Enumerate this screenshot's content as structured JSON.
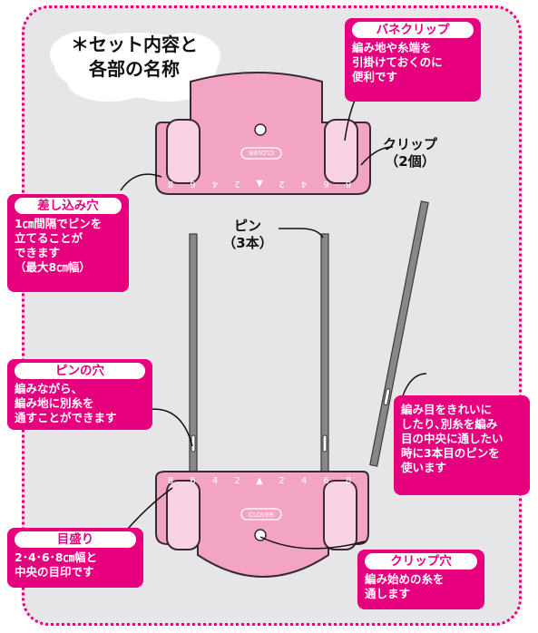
{
  "title": "＊セット内容と\n各部の名称",
  "brand": "CLOVER",
  "scale_top": [
    "8",
    "6",
    "4",
    "2",
    "▲",
    "2",
    "4",
    "6",
    "8"
  ],
  "scale_bottom": [
    "8",
    "6",
    "4",
    "2",
    "▲",
    "2",
    "4",
    "6",
    "8"
  ],
  "labels": {
    "clip": "クリップ\n（2個）",
    "pin": "ピン\n（3本）"
  },
  "callouts": {
    "spring_clip": {
      "title": "バネクリップ",
      "desc": "編み地や糸端を\n引掛けておくのに\n便利です"
    },
    "insert_hole": {
      "title": "差し込み穴",
      "desc": "1㎝間隔でピンを\n立てることが\nできます\n（最大8㎝幅）"
    },
    "pin_hole": {
      "title": "ピンの穴",
      "desc": "編みながら、\n編み地に別糸を\n通すことができます"
    },
    "third_pin": {
      "title": "",
      "desc": "編み目をきれいに\nしたり､別糸を編み\n目の中央に通したい\n時に3本目のピンを\n使います"
    },
    "scale": {
      "title": "目盛り",
      "desc": "2･4･6･8㎝幅と\n中央の目印です"
    },
    "clip_hole": {
      "title": "クリップ穴",
      "desc": "編み始めの糸を\n通します"
    }
  },
  "colors": {
    "accent": "#e6007e",
    "clip_pink": "#f3a3c4",
    "clip_light": "#f9d3e3",
    "panel": "#e6e6e8"
  }
}
